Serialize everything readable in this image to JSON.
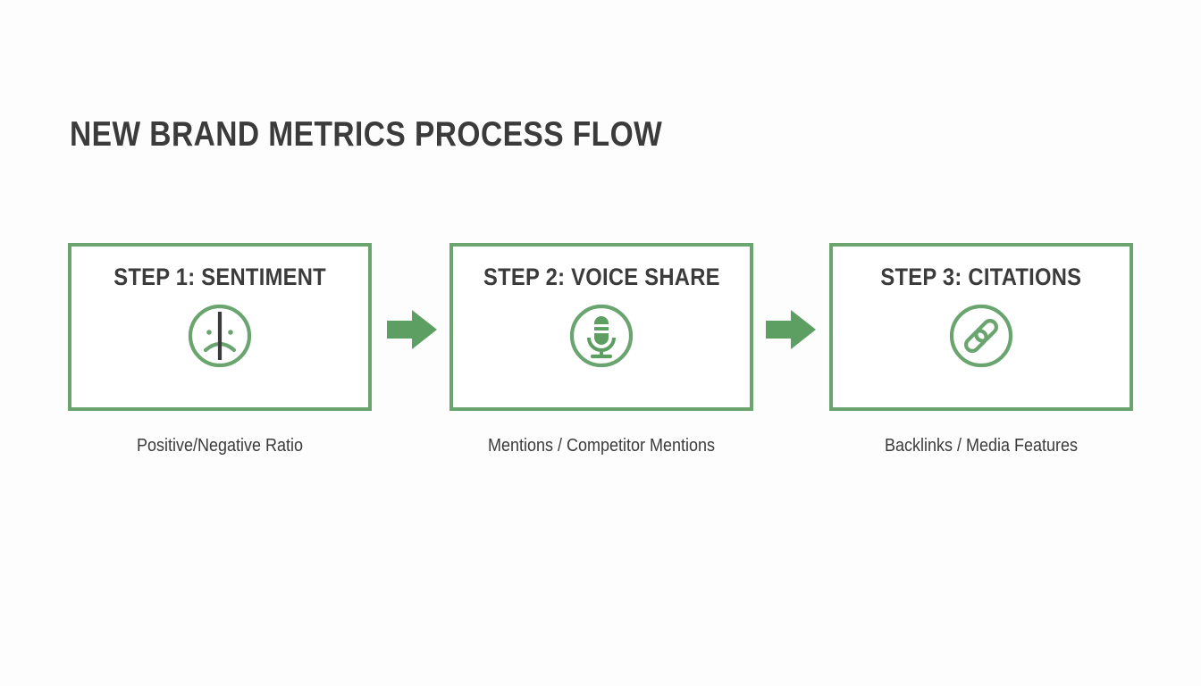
{
  "slide": {
    "title": "NEW BRAND METRICS PROCESS FLOW",
    "background_color": "#fdfdfe",
    "accent_color": "#6aa56f",
    "text_color": "#3b3b3b"
  },
  "flow": {
    "steps": [
      {
        "heading": "STEP 1: SENTIMENT",
        "icon": "sentiment-face-icon",
        "caption": "Positive/Negative Ratio"
      },
      {
        "heading": "STEP 2: VOICE SHARE",
        "icon": "microphone-icon",
        "caption": "Mentions / Competitor Mentions"
      },
      {
        "heading": "STEP 3: CITATIONS",
        "icon": "chain-link-icon",
        "caption": "Backlinks / Media Features"
      }
    ],
    "connectors": [
      {
        "icon": "arrow-right-icon"
      },
      {
        "icon": "arrow-right-icon"
      }
    ]
  }
}
